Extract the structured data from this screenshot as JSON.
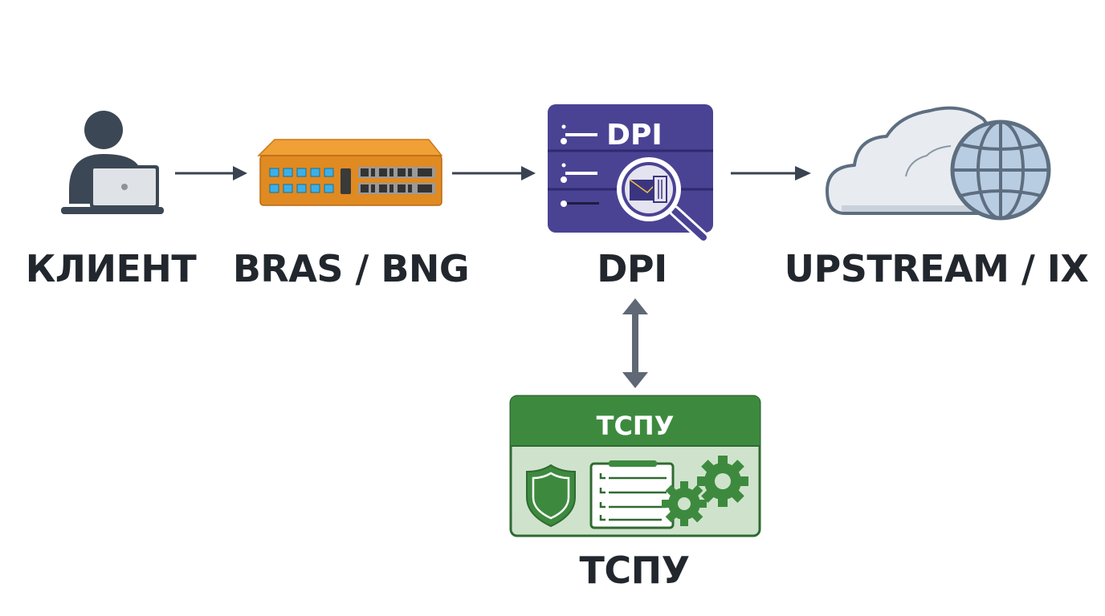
{
  "diagram": {
    "nodes": [
      {
        "id": "client",
        "label": "КЛИЕНТ",
        "icon": "user-laptop-icon"
      },
      {
        "id": "bras",
        "label": "BRAS / BNG",
        "icon": "network-switch-icon"
      },
      {
        "id": "dpi",
        "label": "DPI",
        "icon": "dpi-server-icon",
        "icon_text": "DPI"
      },
      {
        "id": "upstream",
        "label": "UPSTREAM / IX",
        "icon": "cloud-globe-icon"
      },
      {
        "id": "tspu",
        "label": "ТСПУ",
        "icon": "tspu-panel-icon",
        "icon_text": "ТСПУ"
      }
    ],
    "edges": [
      {
        "from": "client",
        "to": "bras",
        "direction": "forward"
      },
      {
        "from": "bras",
        "to": "dpi",
        "direction": "forward"
      },
      {
        "from": "dpi",
        "to": "upstream",
        "direction": "forward"
      },
      {
        "from": "dpi",
        "to": "tspu",
        "direction": "bidirectional"
      }
    ],
    "colors": {
      "text": "#22272e",
      "arrow": "#3a4350",
      "arrow_vertical": "#5f6874",
      "bras_body": "#e8942a",
      "dpi_body": "#4a4394",
      "tspu_header": "#3d8a3f",
      "tspu_body": "#cfe3cc",
      "cloud": "#e8ecf0",
      "globe": "#b9cde2"
    }
  }
}
